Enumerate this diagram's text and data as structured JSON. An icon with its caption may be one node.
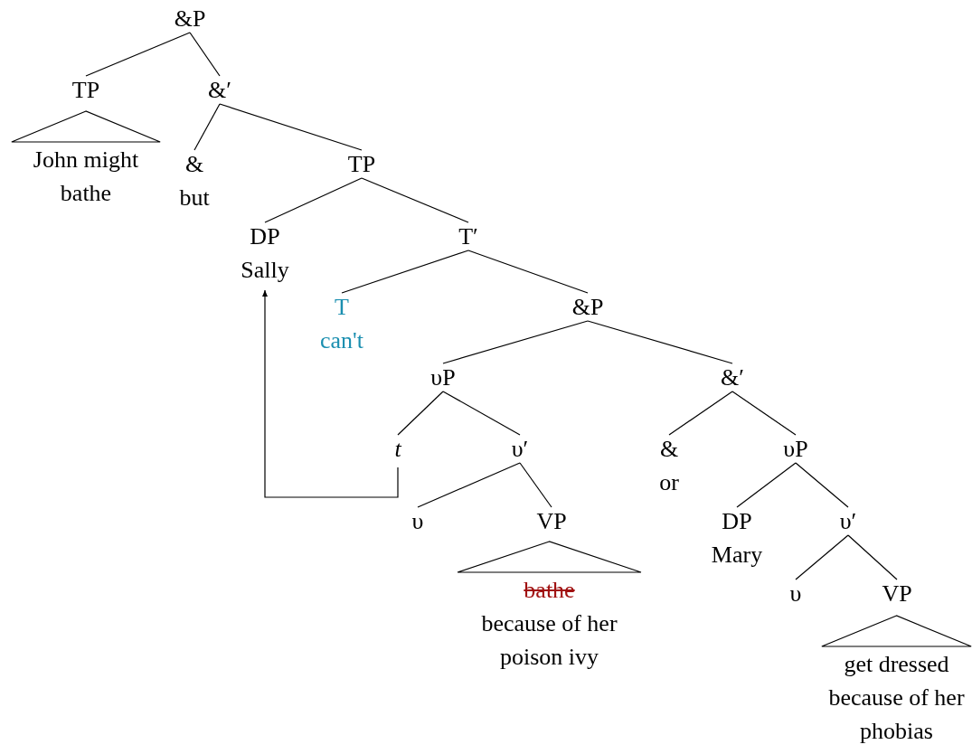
{
  "diagram": {
    "nodes": [
      {
        "text": [
          "&P"
        ]
      },
      {
        "text": [
          "TP"
        ]
      },
      {
        "text": [],
        "shape": "triangle",
        "beside": [
          "John might bathe"
        ]
      },
      {
        "text": [
          "&′"
        ]
      },
      {
        "text": [
          "&",
          "but"
        ]
      },
      {
        "text": [
          "TP"
        ]
      },
      {
        "text": [
          "DP",
          "Sally"
        ]
      },
      {
        "text": [
          "T′"
        ]
      },
      {
        "text": [
          "T",
          "can't"
        ]
      },
      {
        "text": [
          "&P"
        ]
      },
      {
        "text": [
          "υP"
        ]
      },
      {
        "text": [
          "&′"
        ]
      },
      {
        "text": [
          "t"
        ]
      },
      {
        "text": [
          "υ′"
        ]
      },
      {
        "text": [
          "&",
          "or"
        ]
      },
      {
        "text": [
          "υP"
        ]
      },
      {
        "text": [
          "υ"
        ]
      },
      {
        "text": [
          "VP"
        ]
      },
      {
        "text": [],
        "shape": "triangle",
        "beside": [
          "bathe",
          "because of her poison ivy"
        ]
      },
      {
        "text": [
          "DP",
          "Mary"
        ]
      },
      {
        "text": [
          "υ′"
        ]
      },
      {
        "text": [
          "υ"
        ]
      },
      {
        "text": [
          "VP"
        ]
      },
      {
        "text": [],
        "shape": "triangle",
        "beside": [
          "get dressed because of her phobias"
        ]
      }
    ],
    "edges": [
      {
        "from": 0,
        "to": 1,
        "arrow": "none"
      },
      {
        "from": 0,
        "to": 3,
        "arrow": "none"
      },
      {
        "from": 3,
        "to": 4,
        "arrow": "none"
      },
      {
        "from": 3,
        "to": 5,
        "arrow": "none"
      },
      {
        "from": 5,
        "to": 6,
        "arrow": "none"
      },
      {
        "from": 5,
        "to": 7,
        "arrow": "none"
      },
      {
        "from": 7,
        "to": 8,
        "arrow": "none"
      },
      {
        "from": 7,
        "to": 9,
        "arrow": "none"
      },
      {
        "from": 9,
        "to": 10,
        "arrow": "none"
      },
      {
        "from": 9,
        "to": 11,
        "arrow": "none"
      },
      {
        "from": 10,
        "to": 12,
        "arrow": "none"
      },
      {
        "from": 10,
        "to": 13,
        "arrow": "none"
      },
      {
        "from": 13,
        "to": 16,
        "arrow": "none"
      },
      {
        "from": 13,
        "to": 17,
        "arrow": "none"
      },
      {
        "from": 11,
        "to": 14,
        "arrow": "none"
      },
      {
        "from": 11,
        "to": 15,
        "arrow": "none"
      },
      {
        "from": 15,
        "to": 19,
        "arrow": "none"
      },
      {
        "from": 15,
        "to": 20,
        "arrow": "none"
      },
      {
        "from": 20,
        "to": 21,
        "arrow": "none"
      },
      {
        "from": 20,
        "to": 22,
        "arrow": "none"
      },
      {
        "from": 12,
        "to": 6,
        "arrow": "to"
      }
    ]
  }
}
